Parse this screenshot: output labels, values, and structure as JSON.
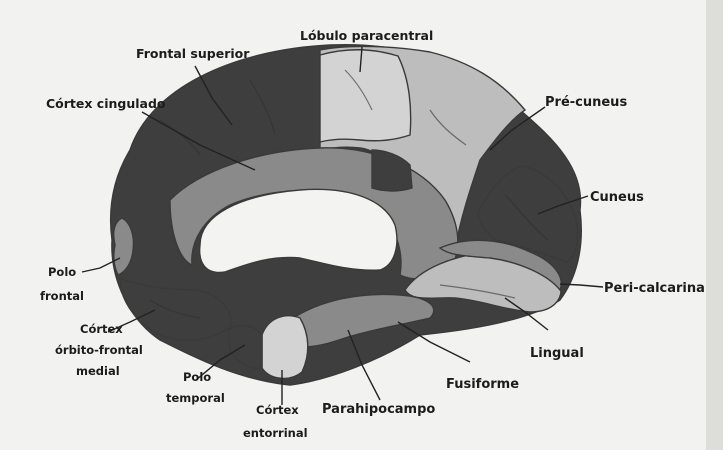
{
  "colors": {
    "page": "#f2f2f0",
    "paper_shadow": "#d7d7d3",
    "dark_region": "#3e3e3e",
    "medium_region": "#8a8a8a",
    "light_region": "#bdbdbd",
    "lightest_region": "#d3d3d3",
    "center_hole": "#f3f3f1"
  },
  "labels": {
    "frontal_superior": "Frontal superior",
    "lobulo_paracentral": "Lóbulo paracentral",
    "cortex_cingulado": "Córtex cingulado",
    "pre_cuneus": "Pré-cuneus",
    "cuneus": "Cuneus",
    "polo_frontal": [
      "Polo",
      "frontal"
    ],
    "peri_calcarina": "Peri-calcarina",
    "cortex_orbito_frontal_medial": [
      "Córtex",
      "órbito-frontal",
      "medial"
    ],
    "lingual": "Lingual",
    "polo_temporal": [
      "Polo",
      "temporal"
    ],
    "fusiforme": "Fusiforme",
    "cortex_entorrinal": [
      "Córtex",
      "entorrinal"
    ],
    "parahipocampo": "Parahipocampo"
  }
}
